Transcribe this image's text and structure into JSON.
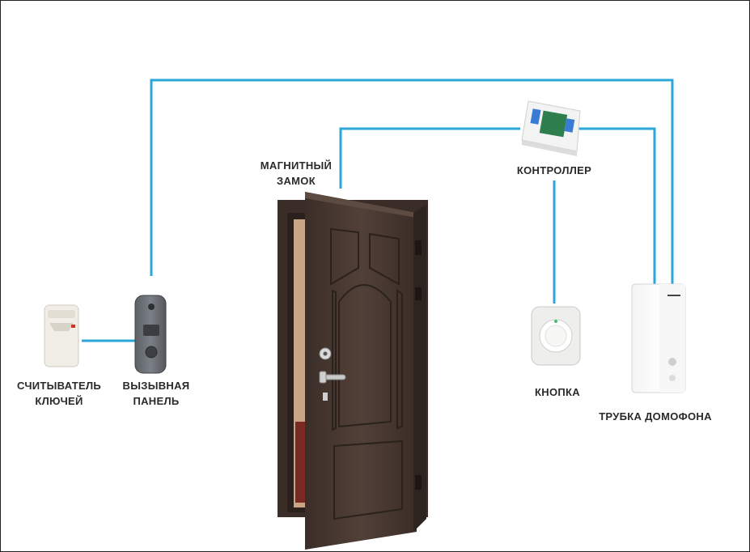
{
  "labels": {
    "lock": [
      "МАГНИТНЫЙ",
      "ЗАМОК"
    ],
    "controller": "КОНТРОЛЛЕР",
    "reader": [
      "СЧИТЫВАТЕЛЬ",
      "КЛЮЧЕЙ"
    ],
    "panel": [
      "ВЫЗЫВНАЯ",
      "ПАНЕЛЬ"
    ],
    "button": "КНОПКА",
    "handset": "ТРУБКА ДОМОФОНА"
  },
  "colors": {
    "wire": "#2aa7d8",
    "door": "#4a3a32",
    "door_dark": "#2e241f",
    "label": "#2a2a2a"
  }
}
